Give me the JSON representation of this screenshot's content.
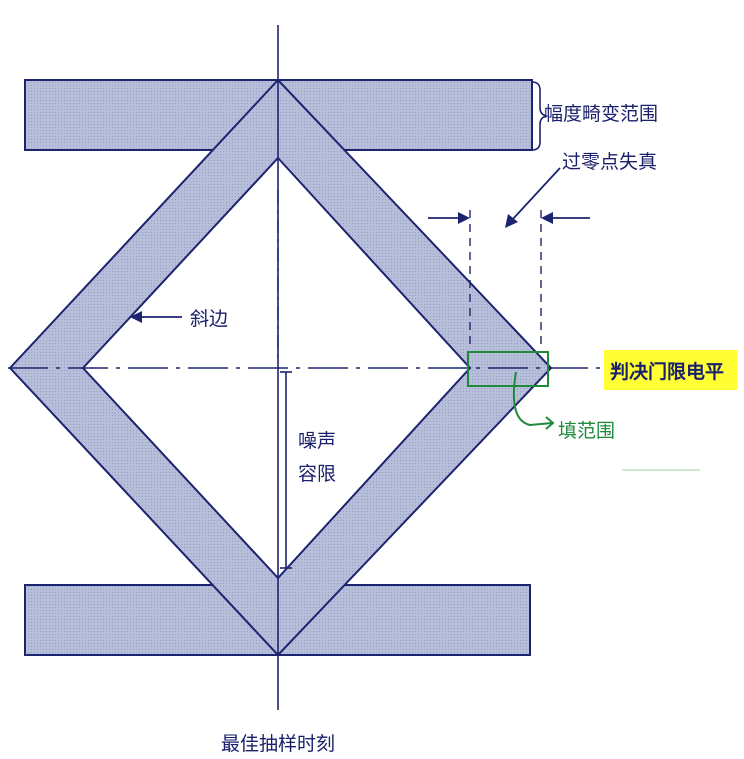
{
  "labels": {
    "amplitude_distortion": "幅度畸变范围",
    "zero_crossing_distortion": "过零点失真",
    "slope": "斜边",
    "noise_margin_line1": "噪声",
    "noise_margin_line2": "容限",
    "decision_threshold": "判决门限电平",
    "best_sampling_time": "最佳抽样时刻",
    "handwritten_note": "填范围"
  },
  "colors": {
    "band_fill": "#b7bed9",
    "band_stroke": "#1c2470",
    "label_text": "#1a1f6b",
    "highlight": "#ffff33",
    "handwriting": "#1e8a3a"
  }
}
